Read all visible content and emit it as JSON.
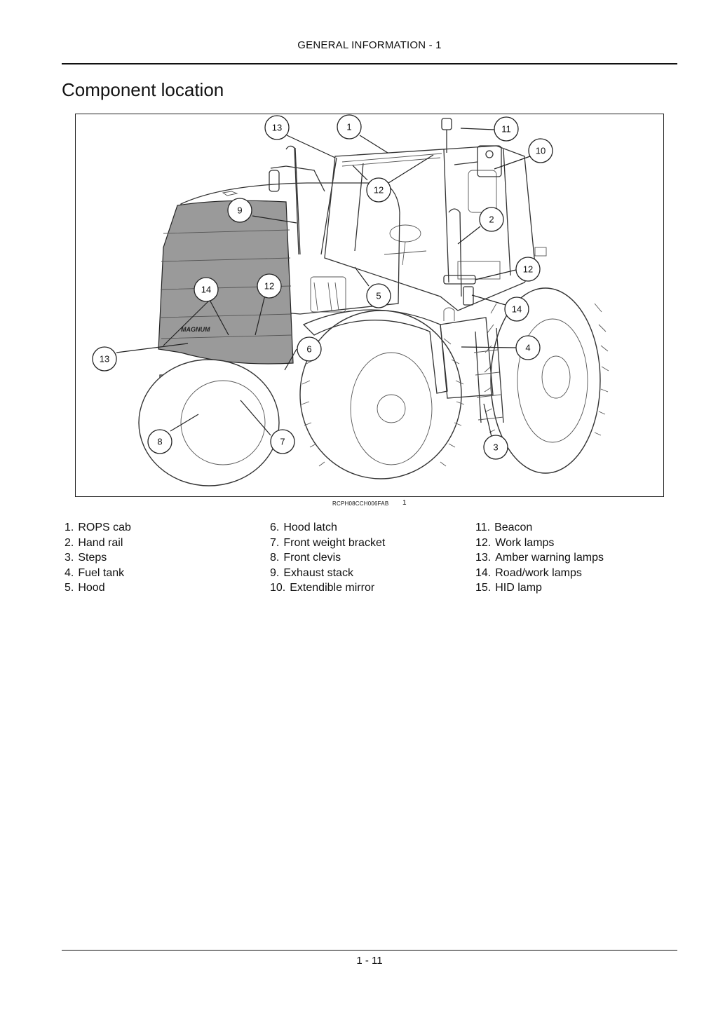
{
  "header": {
    "text": "GENERAL INFORMATION - 1"
  },
  "title": "Component location",
  "figure": {
    "code": "RCPH08CCH006FAB",
    "number": "1",
    "grille_label": "MAGNUM",
    "callouts": [
      "13",
      "1",
      "11",
      "10",
      "12",
      "9",
      "2",
      "12",
      "14",
      "12",
      "5",
      "14",
      "13",
      "6",
      "4",
      "8",
      "7",
      "3"
    ]
  },
  "legend": {
    "col1": [
      {
        "num": "1.",
        "label": "ROPS cab"
      },
      {
        "num": "2.",
        "label": "Hand rail"
      },
      {
        "num": "3.",
        "label": "Steps"
      },
      {
        "num": "4.",
        "label": "Fuel tank"
      },
      {
        "num": "5.",
        "label": "Hood"
      }
    ],
    "col2": [
      {
        "num": "6.",
        "label": "Hood latch"
      },
      {
        "num": "7.",
        "label": "Front weight bracket"
      },
      {
        "num": "8.",
        "label": "Front clevis"
      },
      {
        "num": "9.",
        "label": "Exhaust stack"
      },
      {
        "num": "10.",
        "label": "Extendible mirror"
      }
    ],
    "col3": [
      {
        "num": "11.",
        "label": "Beacon"
      },
      {
        "num": "12.",
        "label": "Work lamps"
      },
      {
        "num": "13.",
        "label": "Amber warning lamps"
      },
      {
        "num": "14.",
        "label": "Road/work lamps"
      },
      {
        "num": "15.",
        "label": "HID lamp"
      }
    ]
  },
  "footer": {
    "page_number": "1 - 11"
  }
}
